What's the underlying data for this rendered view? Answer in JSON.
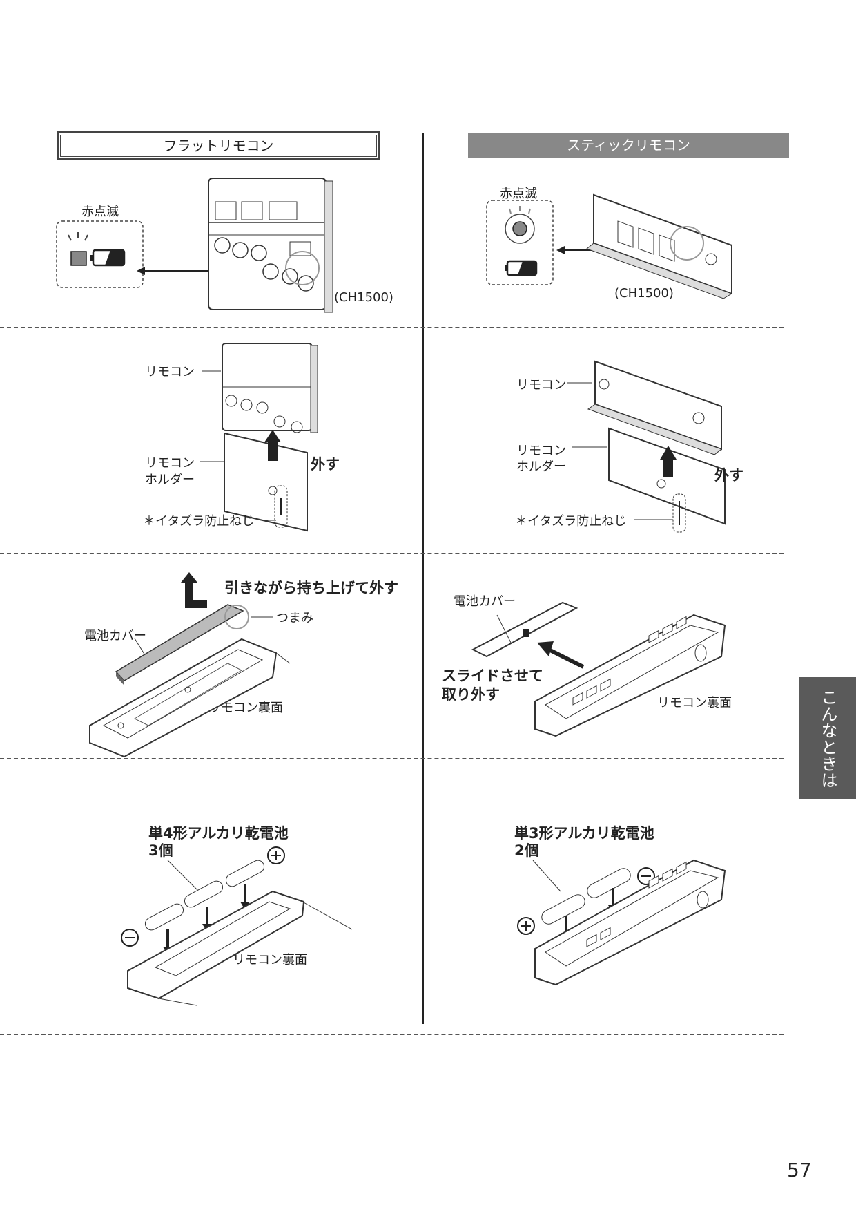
{
  "headers": {
    "flat": "フラットリモコン",
    "stick": "スティックリモコン"
  },
  "section1": {
    "flat_blink_label": "赤点滅",
    "flat_model": "(CH1500)",
    "stick_blink_label": "赤点滅",
    "stick_model": "(CH1500)"
  },
  "section2": {
    "flat_remote_label": "リモコン",
    "flat_holder_label_1": "リモコン",
    "flat_holder_label_2": "ホルダー",
    "flat_remove": "外す",
    "flat_screw": "＊イタズラ防止ねじ",
    "stick_remote_label": "リモコン",
    "stick_holder_label_1": "リモコン",
    "stick_holder_label_2": "ホルダー",
    "stick_remove": "外す",
    "stick_screw": "＊イタズラ防止ねじ"
  },
  "section3": {
    "flat_instruction": "引きながら持ち上げて外す",
    "flat_tab": "つまみ",
    "flat_cover": "電池カバー",
    "flat_back": "リモコン裏面",
    "stick_cover": "電池カバー",
    "stick_instruction_1": "スライドさせて",
    "stick_instruction_2": "取り外す",
    "stick_back": "リモコン裏面"
  },
  "section4": {
    "flat_battery_1": "単4形アルカリ乾電池",
    "flat_battery_2": "3個",
    "flat_back": "リモコン裏面",
    "stick_battery_1": "単3形アルカリ乾電池",
    "stick_battery_2": "2個"
  },
  "side_tab": "こんなときは",
  "page_number": "57",
  "colors": {
    "tab_bg": "#5a5a5a",
    "stick_header_bg": "#888888",
    "indicator": "#888888"
  }
}
